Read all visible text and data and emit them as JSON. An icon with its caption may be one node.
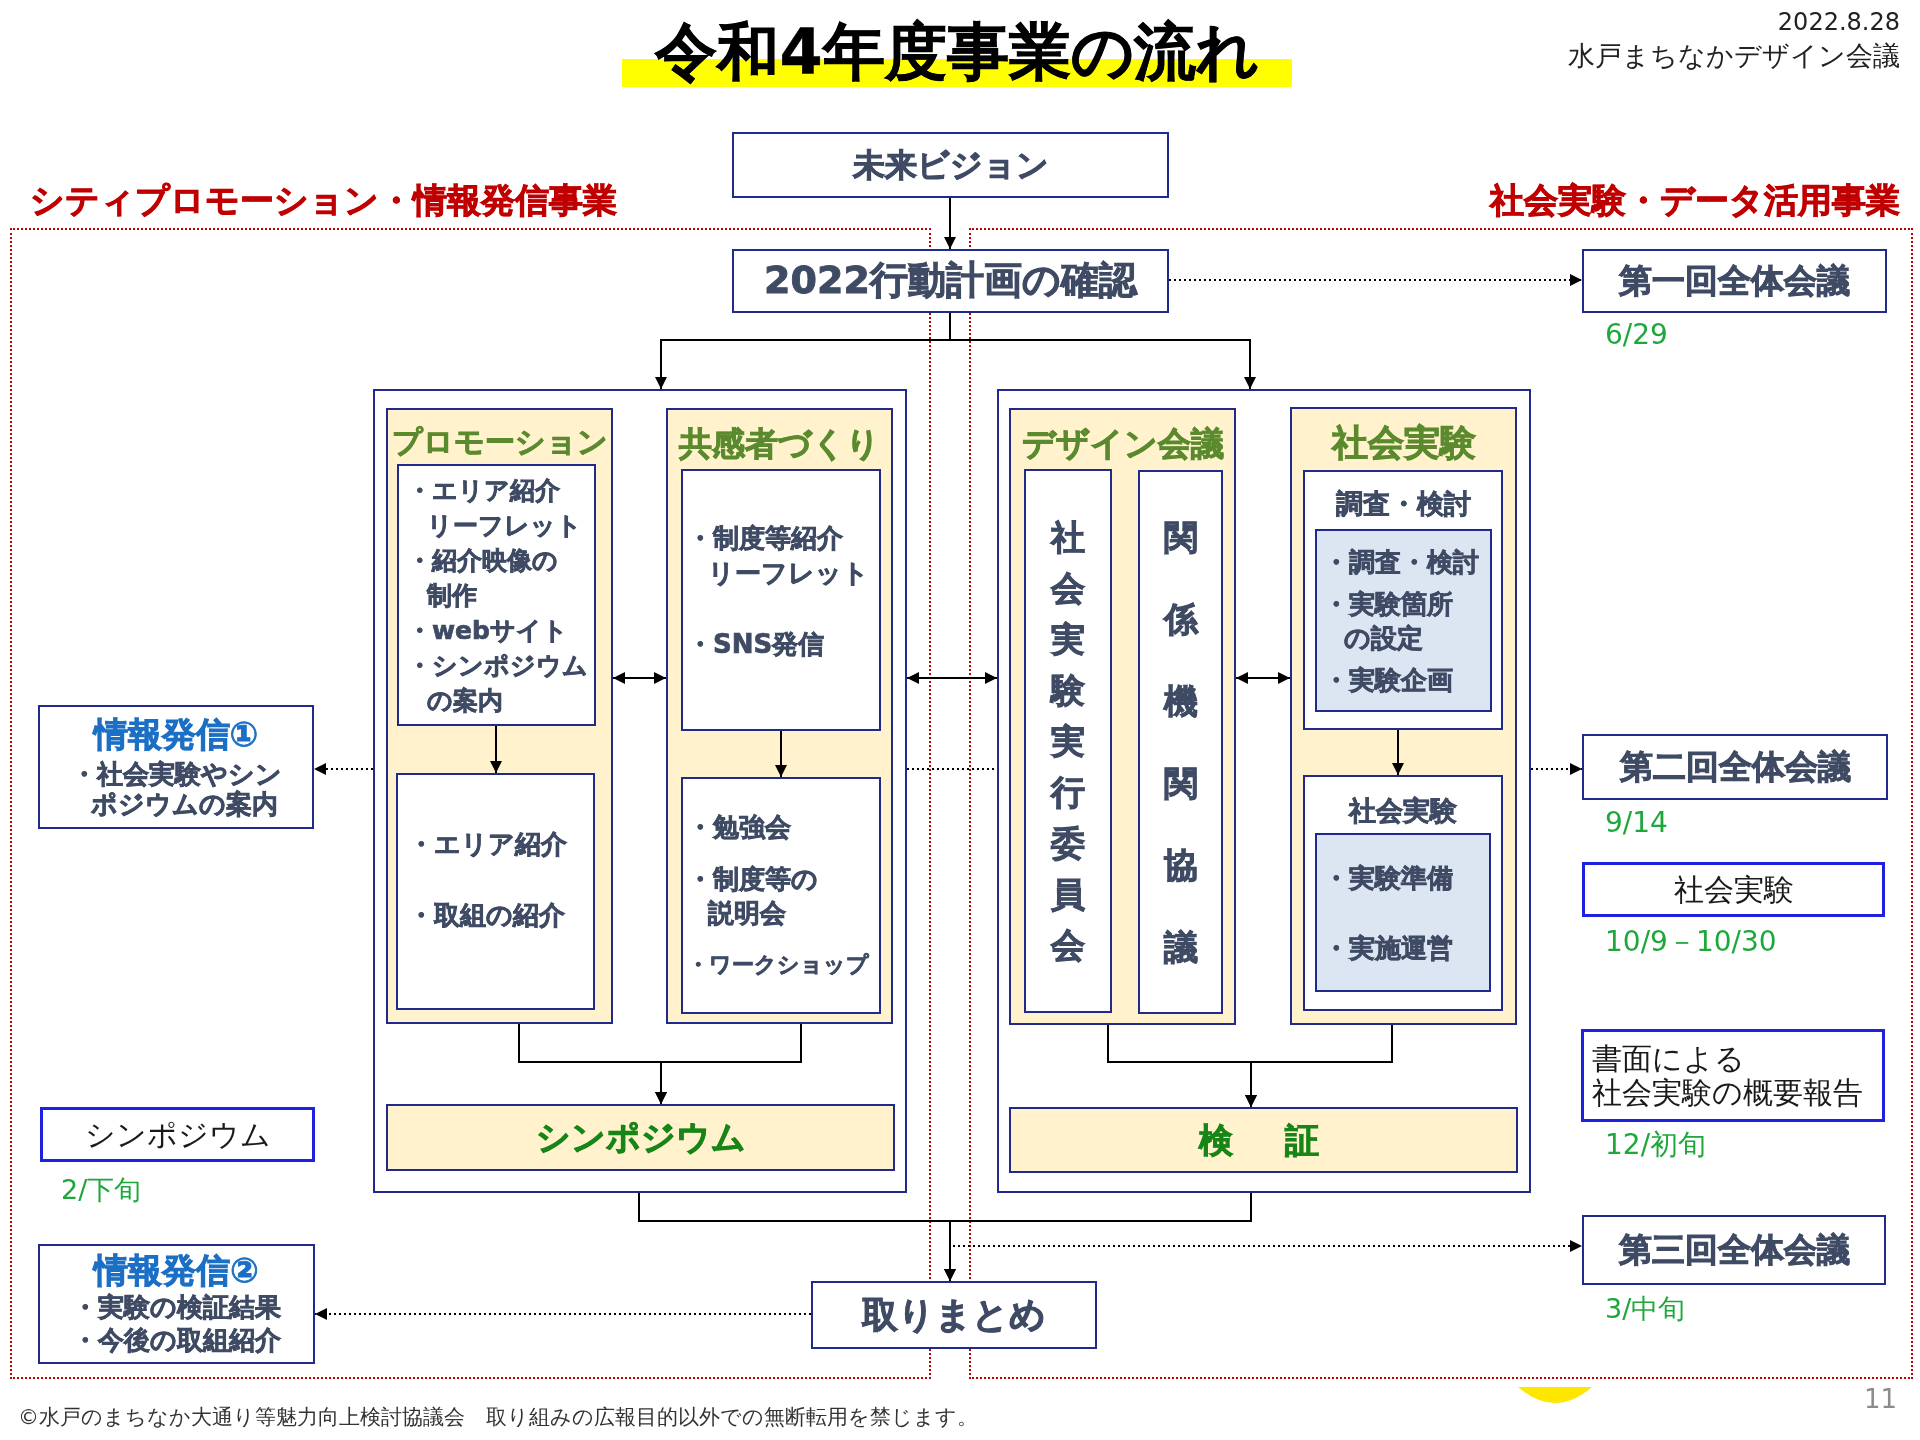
{
  "diagram": {
    "title": "令和4年度事業の流れ",
    "nodes": [
      {
        "text": [
          "未来ビジョン"
        ]
      },
      {
        "text": [
          "シティプロモーション・情報発信事業"
        ]
      },
      {
        "text": [
          "社会実験・データ活用事業"
        ]
      },
      {
        "text": [
          "2022行動計画の確認"
        ]
      },
      {
        "text": [
          "第一回全体会議"
        ],
        "beside": [
          "6/29"
        ],
        "in": 2
      },
      {
        "text": [],
        "shape": "box",
        "in": 1
      },
      {
        "text": [
          "プロモーション"
        ],
        "in": 5
      },
      {
        "text": [
          "・エリア紹介リーフレット",
          "・紹介映像の制作",
          "・webサイト",
          "・シンポジウムの案内"
        ],
        "in": 6
      },
      {
        "text": [
          "・エリア紹介",
          "・取組の紹介"
        ],
        "in": 6
      },
      {
        "text": [
          "共感者づくり"
        ],
        "in": 5
      },
      {
        "text": [
          "・制度等紹介リーフレット",
          "・SNS発信"
        ],
        "in": 9
      },
      {
        "text": [
          "・勉強会",
          "・制度等の説明会",
          "・ワークショップ"
        ],
        "in": 9
      },
      {
        "text": [
          "シンポジウム"
        ],
        "in": 5
      },
      {
        "text": [],
        "shape": "box",
        "in": 2
      },
      {
        "text": [
          "デザイン会議"
        ],
        "in": 13
      },
      {
        "text": [
          "社会実験実行委員会"
        ],
        "in": 14
      },
      {
        "text": [
          "関係機関協議"
        ],
        "in": 14
      },
      {
        "text": [
          "社会実験"
        ],
        "in": 13
      },
      {
        "text": [
          "調査・検討"
        ],
        "in": 17
      },
      {
        "text": [
          "・調査・検討",
          "・実験箇所の設定",
          "・実験企画"
        ],
        "in": 18
      },
      {
        "text": [
          "社会実験"
        ],
        "in": 17
      },
      {
        "text": [
          "・実験準備",
          "・実施運営"
        ],
        "in": 20
      },
      {
        "text": [
          "検　証"
        ],
        "in": 13
      },
      {
        "text": [
          "情報発信①",
          "・社会実験やシンポジウムの案内"
        ],
        "in": 1
      },
      {
        "text": [
          "第二回全体会議"
        ],
        "beside": [
          "9/14"
        ],
        "in": 2
      },
      {
        "text": [
          "社会実験"
        ],
        "beside": [
          "10/9－10/30"
        ],
        "in": 2
      },
      {
        "text": [
          "書面による社会実験の概要報告"
        ],
        "beside": [
          "12/初旬"
        ],
        "in": 2
      },
      {
        "text": [
          "シンポジウム"
        ],
        "beside": [
          "2/下旬"
        ],
        "in": 1
      },
      {
        "text": [
          "第三回全体会議"
        ],
        "beside": [
          "3/中旬"
        ],
        "in": 2
      },
      {
        "text": [
          "情報発信②",
          "・実験の検証結果",
          "・今後の取組紹介"
        ],
        "in": 1
      },
      {
        "text": [
          "取りまとめ"
        ]
      }
    ],
    "edges": [
      {
        "from": 0,
        "to": 3,
        "arrow": "to"
      },
      {
        "from": 3,
        "to": 5,
        "arrow": "to"
      },
      {
        "from": 3,
        "to": 13,
        "arrow": "to"
      },
      {
        "from": 3,
        "to": 4,
        "arrow": "to",
        "style": "dashed"
      },
      {
        "from": 7,
        "to": 8,
        "arrow": "to"
      },
      {
        "from": 10,
        "to": 11,
        "arrow": "to"
      },
      {
        "from": 6,
        "to": 9,
        "arrow": "both"
      },
      {
        "from": 5,
        "to": 13,
        "arrow": "both"
      },
      {
        "from": 14,
        "to": 17,
        "arrow": "both"
      },
      {
        "from": 18,
        "to": 20,
        "arrow": "to"
      },
      {
        "from": 5,
        "to": 23,
        "arrow": "to",
        "style": "dashed"
      },
      {
        "from": 5,
        "to": 13,
        "arrow": "none",
        "style": "dashed"
      },
      {
        "from": 13,
        "to": 24,
        "arrow": "to",
        "style": "dashed"
      },
      {
        "from": 6,
        "to": 12,
        "arrow": "to"
      },
      {
        "from": 9,
        "to": 12,
        "arrow": "to"
      },
      {
        "from": 14,
        "to": 22,
        "arrow": "to"
      },
      {
        "from": 17,
        "to": 22,
        "arrow": "to"
      },
      {
        "from": 5,
        "to": 30,
        "arrow": "to"
      },
      {
        "from": 13,
        "to": 30,
        "arrow": "to"
      },
      {
        "from": null,
        "to": 28,
        "arrow": "to",
        "style": "dashed"
      },
      {
        "from": 30,
        "to": 29,
        "arrow": "to",
        "style": "dashed"
      }
    ],
    "labels": [
      "2022.8.28",
      "水戸まちなかデザイン会議",
      "©水戸のまちなか大通り等魅力向上検討協議会　取り組みの広報目的以外での無断転用を禁じます。",
      "11"
    ]
  }
}
